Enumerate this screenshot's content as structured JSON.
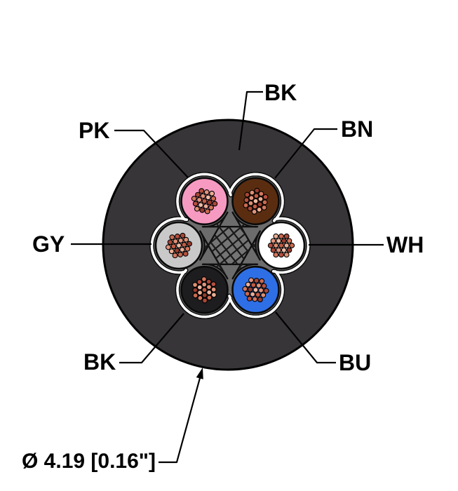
{
  "diagram": {
    "type": "cable-cross-section",
    "labels": {
      "jacket": {
        "text": "BK"
      },
      "pink": {
        "text": "PK"
      },
      "brown": {
        "text": "BN"
      },
      "gray": {
        "text": "GY"
      },
      "white": {
        "text": "WH"
      },
      "black": {
        "text": "BK"
      },
      "blue": {
        "text": "BU"
      },
      "dimension": {
        "text": "Ø 4.19 [0.16\"]"
      }
    },
    "jacket": {
      "color": "#373538",
      "outline": "#000000"
    },
    "conductors": [
      {
        "id": "white",
        "label": "WH",
        "color": "#FFFFFF",
        "angle": 0
      },
      {
        "id": "brown",
        "label": "BN",
        "color": "#5A2D11",
        "angle": 60
      },
      {
        "id": "pink",
        "label": "PK",
        "color": "#F79AC2",
        "angle": 120
      },
      {
        "id": "gray",
        "label": "GY",
        "color": "#C9C9C9",
        "angle": 180
      },
      {
        "id": "black",
        "label": "BK",
        "color": "#1D1D1F",
        "angle": 240
      },
      {
        "id": "blue",
        "label": "BU",
        "color": "#2E6FE6",
        "angle": 300
      }
    ],
    "strands_per_conductor": 19,
    "strand_palette": [
      "#ECAD94",
      "#E1937B",
      "#D3775E",
      "#C05C45",
      "#A94837",
      "#953C2E",
      "#DE8F72",
      "#C96A50",
      "#EEB9A4",
      "#B55040"
    ],
    "filler_color": "#6C6C6C",
    "center_filler_color": "#757575",
    "hatch_color": "#1A1A1A",
    "wrap_color": "#FFFFFF",
    "leader_color": "#000000",
    "text_color": "#000000",
    "background_color": "#FFFFFF"
  }
}
